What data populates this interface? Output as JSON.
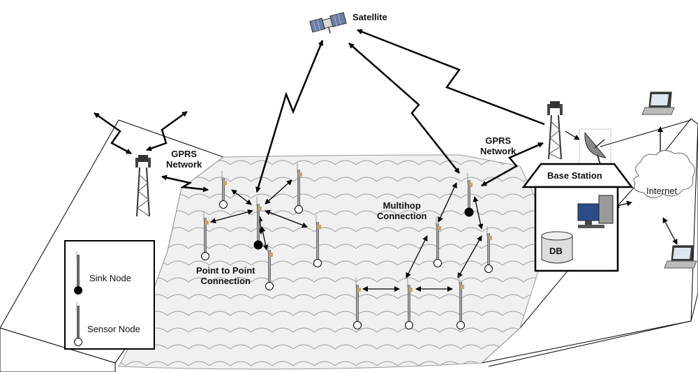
{
  "labels": {
    "satellite": "Satellite",
    "gprs_left_line1": "GPRS",
    "gprs_left_line2": "Network",
    "gprs_right_line1": "GPRS",
    "gprs_right_line2": "Network",
    "multihop_line1": "Multihop",
    "multihop_line2": "Connection",
    "p2p_line1": "Point to Point",
    "p2p_line2": "Connection",
    "base_station": "Base Station",
    "internet": "Internet",
    "db": "DB"
  },
  "legend": {
    "sink_node": "Sink Node",
    "sensor_node": "Sensor Node"
  },
  "colors": {
    "sink": "#000000",
    "sensor": "#ffffff",
    "water": "#efefef",
    "line": "#000000"
  }
}
